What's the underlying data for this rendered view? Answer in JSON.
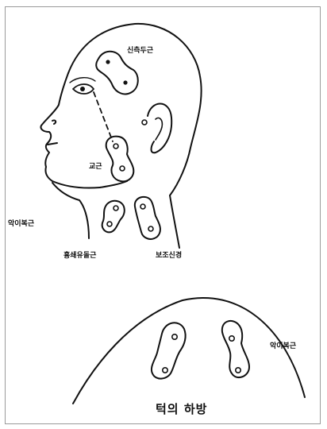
{
  "top_figure": {
    "labels": {
      "temporal": "신측두근",
      "masseter": "교근",
      "submandibular": "악이복근",
      "sternocleidomastoid": "흉쇄유돌근",
      "splenius": "보조신경"
    }
  },
  "bottom_figure": {
    "labels": {
      "submandibular": "악이복근",
      "region": "턱의 하방"
    }
  },
  "colors": {
    "line": "#111111",
    "frame": "#9a9a9a",
    "background": "#ffffff"
  }
}
